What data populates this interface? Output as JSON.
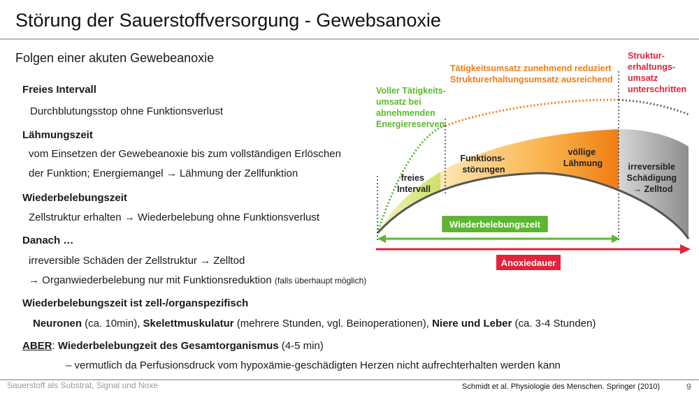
{
  "slide": {
    "title": "Störung der Sauerstoffversorgung - Gewebsanoxie",
    "subtitle": "Folgen einer akuten Gewebeanoxie",
    "page_number": "9"
  },
  "content": {
    "s1_head": "Freies Intervall",
    "s1_text": "Durchblutungsstop ohne Funktionsverlust",
    "s2_head": "Lähmungszeit",
    "s2_line1": "vom Einsetzen der Gewebeanoxie bis zum vollständigen Erlöschen",
    "s2_line2": "der Funktion;  Energiemangel → Lähmung der Zellfunktion",
    "s3_head": "Wiederbelebungszeit",
    "s3_text": "Zellstruktur erhalten → Wiederbelebung ohne Funktionsverlust",
    "s4_head": "Danach …",
    "s4_line1": "irreversible Schäden der Zellstruktur → Zelltod",
    "s4_line2": "→ Organwiederbelebung nur mit Funktionsreduktion",
    "s4_note": "(falls überhaupt möglich)",
    "s5_head": "Wiederbelebungszeit ist zell-/organspezifisch",
    "s5_neuronen": "Neuronen",
    "s5_neuronen_val": " (ca. 10min), ",
    "s5_skelett": "Skelettmuskulatur",
    "s5_skelett_val": " (mehrere Stunden, vgl. Beinoperationen),  ",
    "s5_niere": "Niere und Leber",
    "s5_niere_val": " (ca. 3-4 Stunden)",
    "s6_aber": "ABER",
    "s6_colon": ":  ",
    "s6_head": "Wiederbelebungzeit des Gesamtorganismus",
    "s6_val": " (4-5 min)",
    "s6_text": "– vermutlich da Perfusionsdruck vom hypoxämie-geschädigten Herzen nicht aufrechterhalten werden kann"
  },
  "footer": {
    "left": "Sauerstoff als Substrat, Signal und Noxe",
    "reference": "Schmidt et al.  Physiologie des Menschen. Springer (2010)"
  },
  "diagram": {
    "voller_1": "Voller Tätigkeits-",
    "voller_2": "umsatz bei",
    "voller_3": "abnehmenden",
    "voller_4": "Energiereserven",
    "taetig_1": "Tätigkeitsumsatz zunehmend reduziert",
    "taetig_2": "Strukturerhaltungsumsatz ausreichend",
    "struktur_1": "Struktur-",
    "struktur_2": "erhaltungs-",
    "struktur_3": "umsatz",
    "struktur_4": "unterschritten",
    "freies_1": "freies",
    "freies_2": "Intervall",
    "funktion_1": "Funktions-",
    "funktion_2": "störungen",
    "voellig_1": "völlige",
    "voellig_2": "Lähmung",
    "irrev_1": "irreversible",
    "irrev_2": "Schädigung",
    "irrev_3": "→ Zelltod",
    "wiederbelebungszeit": "Wiederbelebungszeit",
    "anoxiedauer": "Anoxiedauer",
    "colors": {
      "green": "#5cb82e",
      "orange": "#f07d14",
      "red": "#e2233a",
      "gray": "#8a8a8a",
      "dark": "#555555"
    }
  }
}
